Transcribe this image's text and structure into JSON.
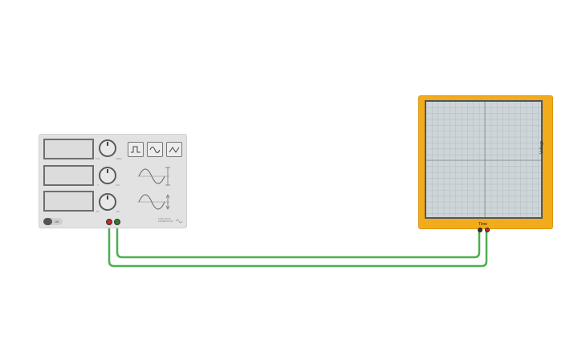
{
  "function_generator": {
    "knob_labels": {
      "freq_min": "1Hz",
      "freq_max": "1MHz",
      "amp_min": "0",
      "amp_max": "10V",
      "off_min": "-5V",
      "off_max": "+5V"
    },
    "power_label": "Off",
    "brand_text": "FUNCTION GENERATOR",
    "waveforms": [
      "square-wave-icon",
      "sine-wave-icon",
      "triangle-wave-icon"
    ],
    "terminal_colors": {
      "negative": "#2e7d32",
      "positive": "#c62828"
    }
  },
  "oscilloscope": {
    "y_label": "Voltage",
    "x_label": "Time",
    "colors": {
      "body": "#f2ab1a",
      "screen": "#cdd5d8"
    }
  },
  "wires": {
    "color": "#4caf50"
  }
}
